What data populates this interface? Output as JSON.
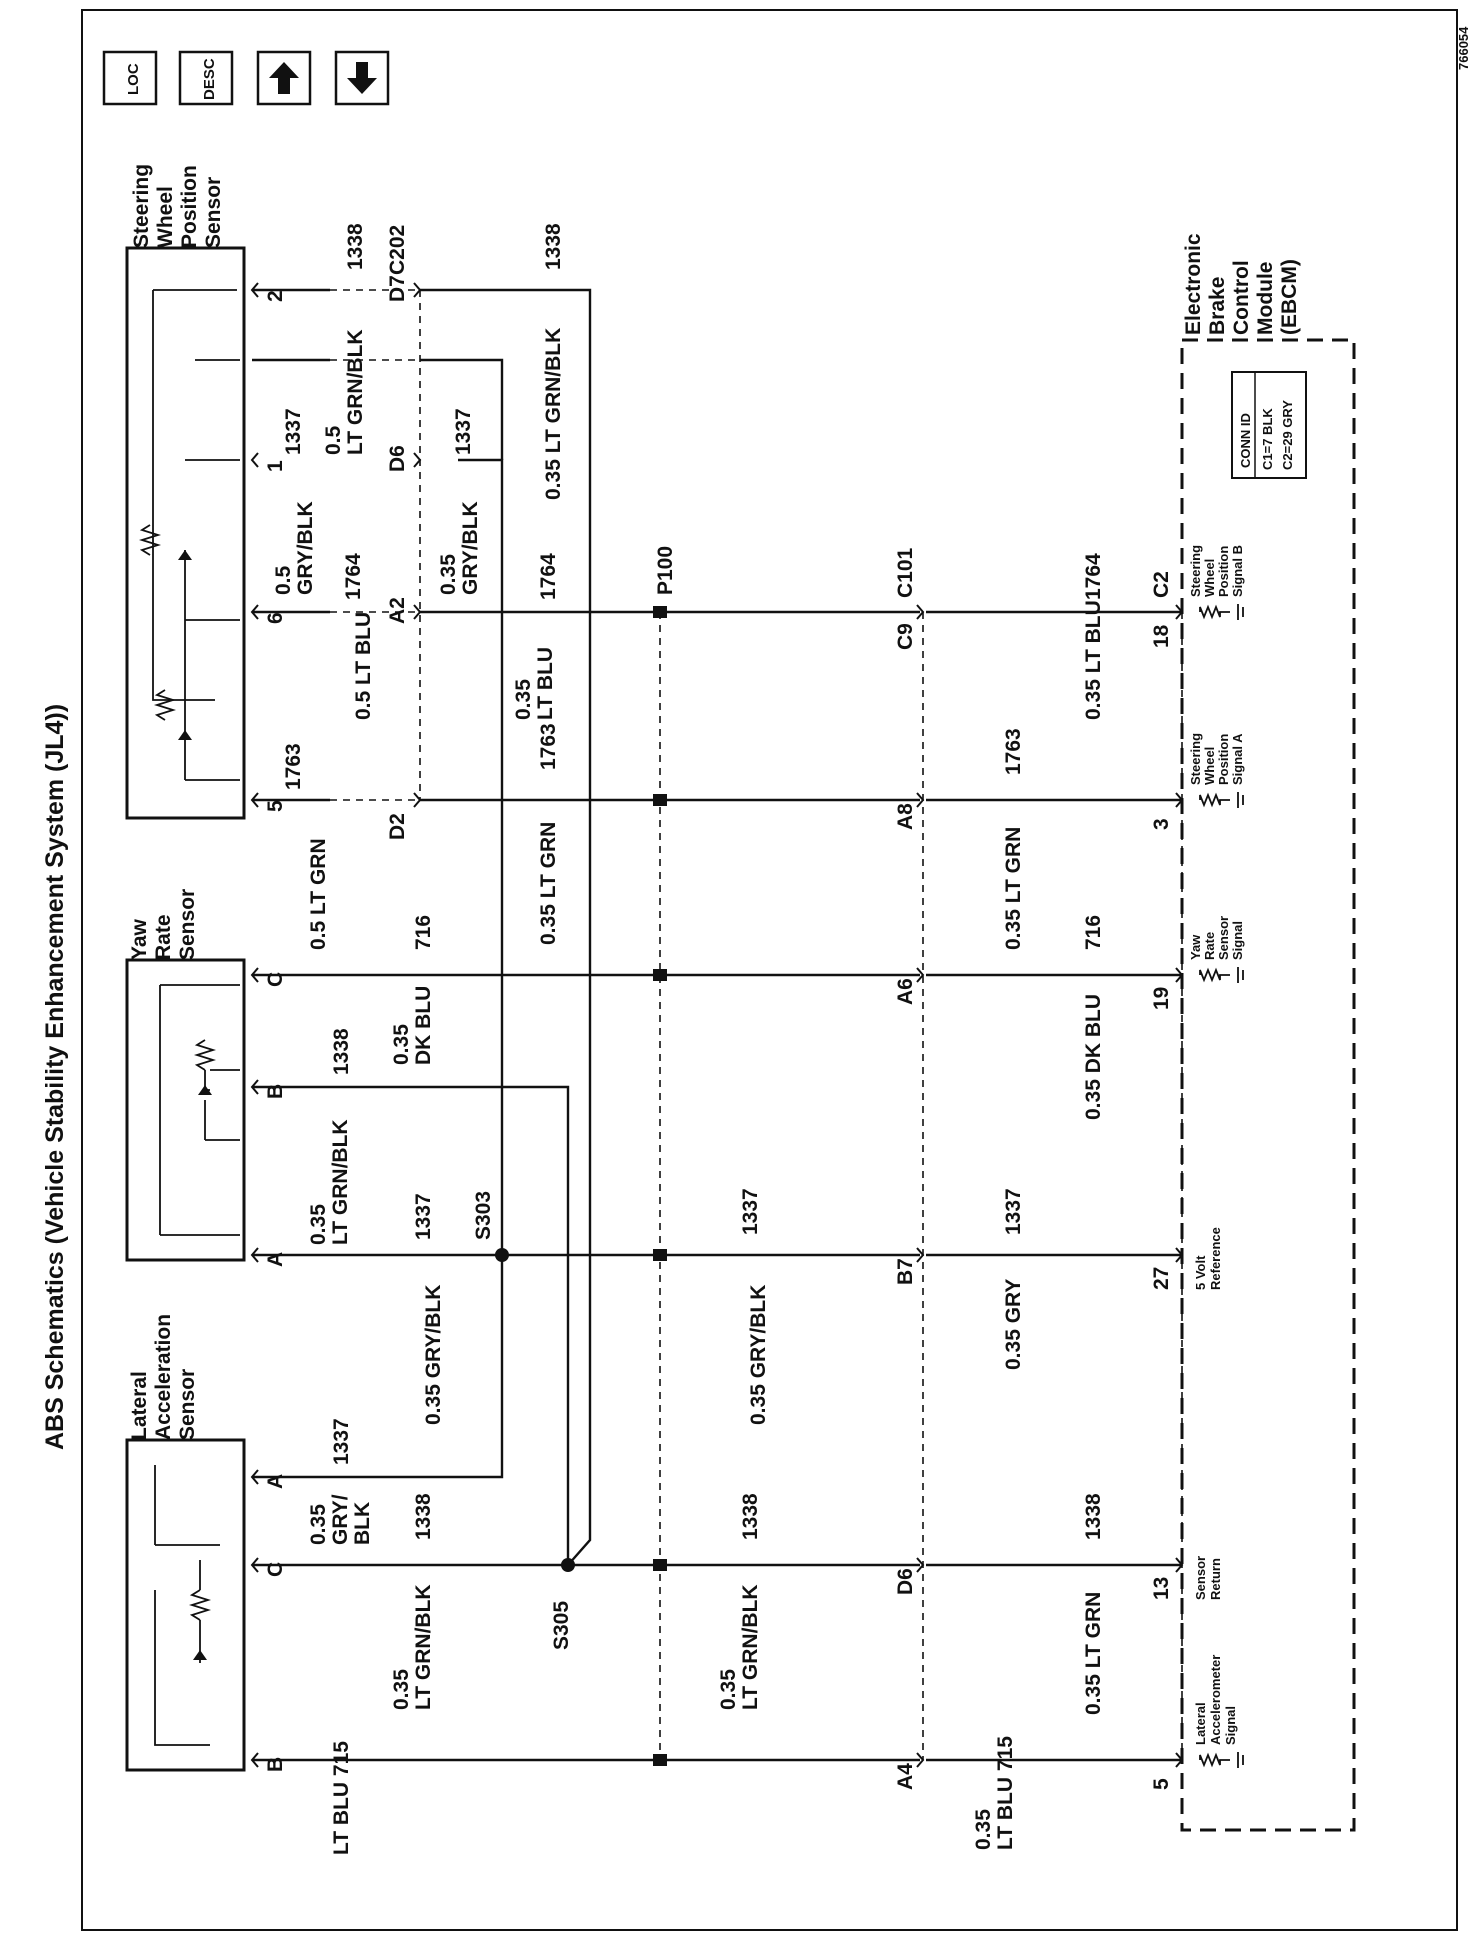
{
  "title": "ABS Schematics (Vehicle Stability Enhancement System (JL4))",
  "figure_id": "766054",
  "nav": {
    "loc_label": "LOC",
    "desc_label": "DESC",
    "up_icon": "arrow-up-icon",
    "down_icon": "arrow-down-icon"
  },
  "components": {
    "lateral": [
      "Lateral",
      "Acceleration",
      "Sensor"
    ],
    "yaw": [
      "Yaw",
      "Rate",
      "Sensor"
    ],
    "steering": [
      "Steering",
      "Wheel",
      "Position",
      "Sensor"
    ],
    "ebcm": [
      "Electronic",
      "Brake",
      "Control",
      "Module",
      "(EBCM)"
    ]
  },
  "conn_id": {
    "title": "CONN ID",
    "c1": "C1=7 BLK",
    "c2": "C2=29 GRY"
  },
  "pins": {
    "lat_b": "B",
    "lat_c": "C",
    "lat_a": "A",
    "yaw_a": "A",
    "yaw_b": "B",
    "yaw_c": "C",
    "sw_5": "5",
    "sw_6": "6",
    "sw_1": "1",
    "sw_2": "2",
    "c202_d7": "D7",
    "c202_d6": "D6",
    "c202_a2": "A2",
    "c202_d2": "D2",
    "c101_a4": "A4",
    "c101_d6": "D6",
    "c101_b7": "B7",
    "c101_a6": "A6",
    "c101_a8": "A8",
    "c101_c9": "C9",
    "e_5": "5",
    "e_13": "13",
    "e_27": "27",
    "e_19": "19",
    "e_3": "3",
    "e_18": "18",
    "e_c2": "C2"
  },
  "connectors": {
    "c202": "C202",
    "c101": "C101",
    "p100": "P100"
  },
  "splices": {
    "s303": "S303",
    "s305": "S305"
  },
  "wires": {
    "lt_blu_715": "LT BLU  715",
    "gauge_035": "0.35",
    "lt_grn_blk": "LT GRN/BLK",
    "gry_blk_split": "GRY/",
    "blk": "BLK",
    "c1338": "1338",
    "c1337": "1337",
    "c716": "716",
    "c1763": "1763",
    "c1764": "1764",
    "gry_blk_035": "0.35 GRY/BLK",
    "dk_blu": "DK BLU",
    "lt_grn_05": "0.5 LT GRN",
    "lt_grn_035": "0.35 LT GRN",
    "lt_blu_05": "0.5 LT BLU",
    "lt_blu": "LT BLU",
    "gauge_05": "0.5",
    "gry_blk": "GRY/BLK",
    "lt_grn_blk_05": "LT GRN/BLK",
    "lt_grn_blk_035": "0.35 LT GRN/BLK",
    "gry_035": "0.35 GRY",
    "dk_blu_035": "0.35 DK BLU",
    "lt_blu_035": "0.35 LT BLU"
  },
  "ebcm_signals": {
    "lat_signal": [
      "Lateral",
      "Accelerometer",
      "Signal"
    ],
    "sensor_return": [
      "Sensor",
      "Return"
    ],
    "ref_5v": [
      "5 Volt",
      "Reference"
    ],
    "yaw_signal": [
      "Yaw",
      "Rate",
      "Sensor",
      "Signal"
    ],
    "swa": [
      "Steering",
      "Wheel",
      "Position",
      "Signal A"
    ],
    "swb": [
      "Steering",
      "Wheel",
      "Position",
      "Signal B"
    ]
  }
}
